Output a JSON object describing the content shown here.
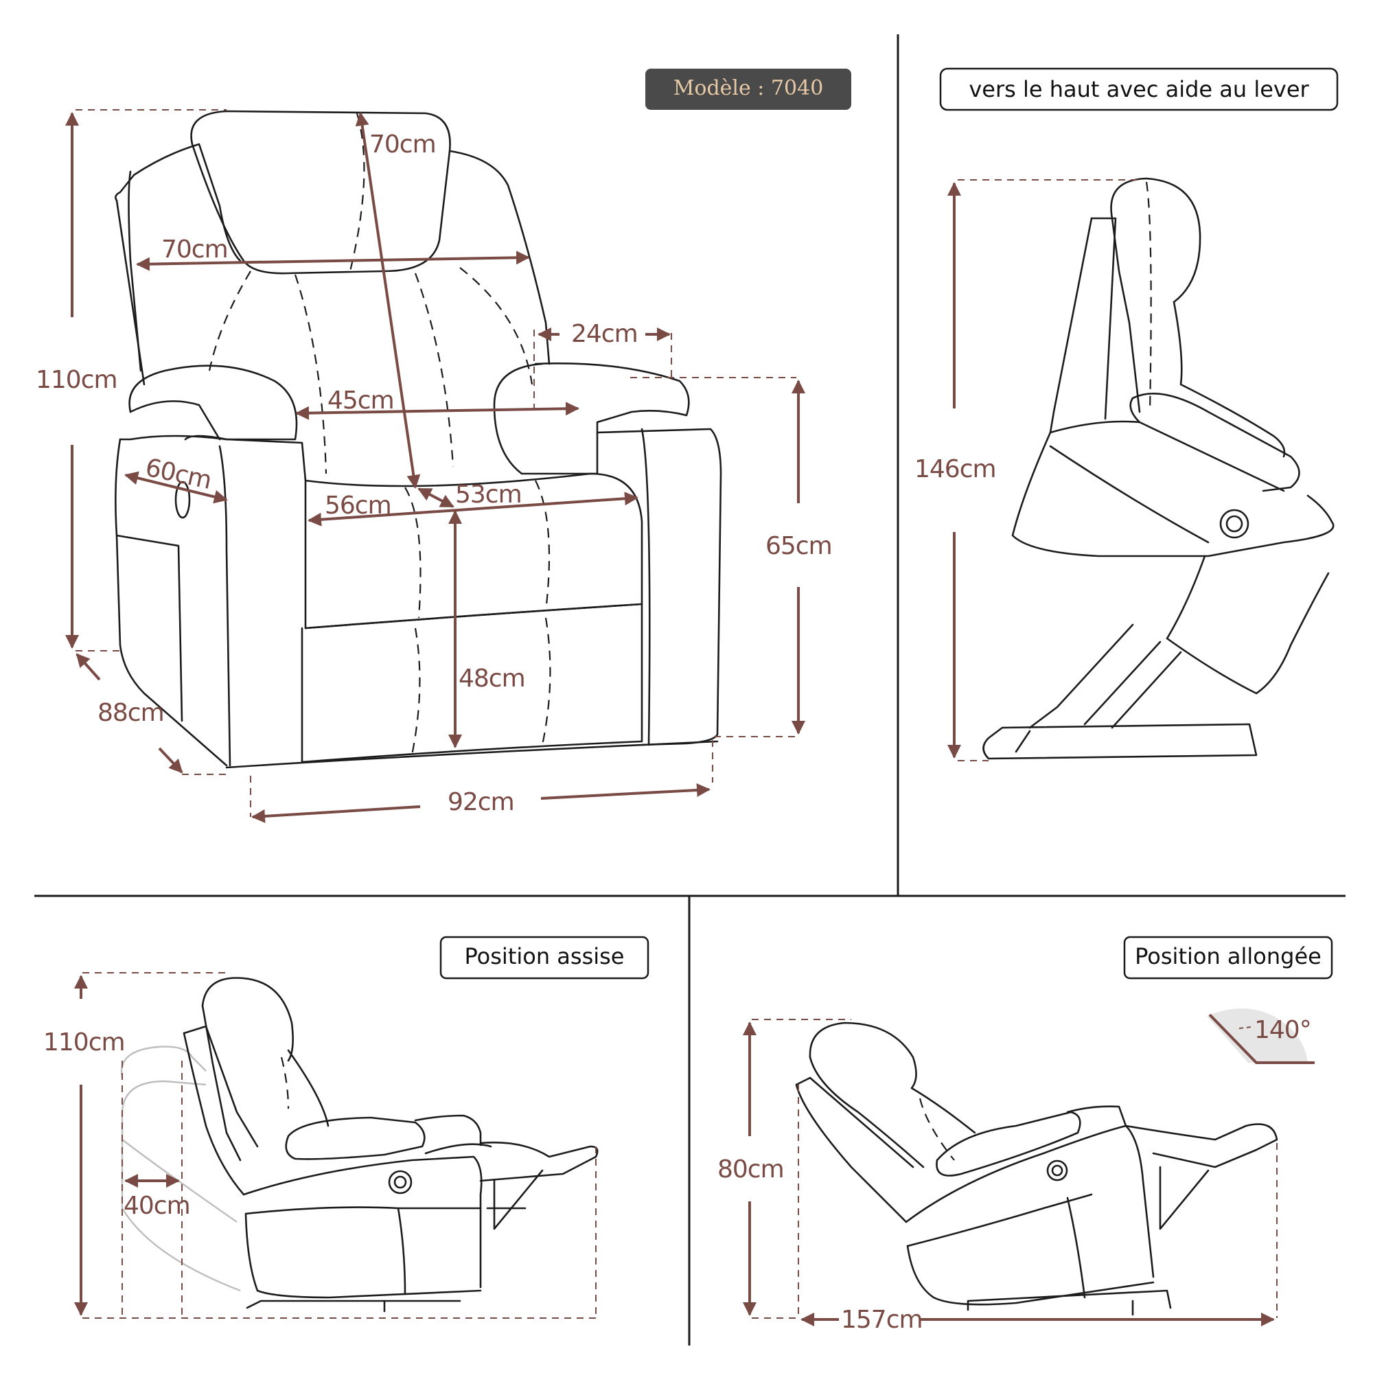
{
  "badges": {
    "model": "Modèle : 7040",
    "lift": "vers le haut avec aide au lever",
    "seated": "Position assise",
    "reclined": "Position allongée"
  },
  "front_view": {
    "headrest_height": "70cm",
    "headrest_width": "70cm",
    "armrest_width": "24cm",
    "backrest_width": "45cm",
    "total_height": "110cm",
    "arm_depth": "60cm",
    "seat_width": "56cm",
    "seat_depth": "53cm",
    "arm_height": "65cm",
    "seat_height": "48cm",
    "total_depth": "88cm",
    "total_width": "92cm"
  },
  "lift_view": {
    "height": "146cm"
  },
  "seated_view": {
    "height": "110cm",
    "wall_gap": "40cm"
  },
  "reclined_view": {
    "height": "80cm",
    "length": "157cm",
    "angle": "140°"
  },
  "colors": {
    "dimension": "#7a4a44",
    "badge_dark": "#4a4a4a",
    "badge_text": "#e7c9a6",
    "line": "#1c1c1c"
  }
}
